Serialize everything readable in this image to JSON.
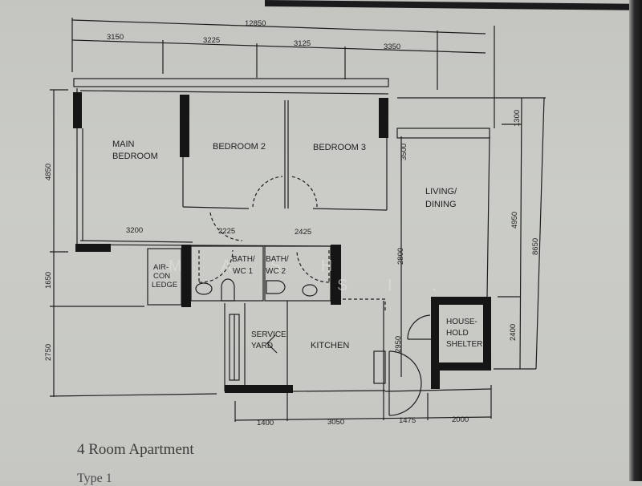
{
  "drawing": {
    "title": "4 Room Apartment",
    "subtitle": "Type 1",
    "watermark_line1": "M A S H",
    "watermark_line2": "S I ."
  },
  "rooms": {
    "main_bedroom": [
      "MAIN",
      "BEDROOM"
    ],
    "bedroom_2": "BEDROOM 2",
    "bedroom_3": "BEDROOM 3",
    "living_dining": [
      "LIVING/",
      "DINING"
    ],
    "aircon_ledge": [
      "AIR-",
      "CON",
      "LEDGE"
    ],
    "bath_wc_1": [
      "BATH/",
      "WC 1"
    ],
    "bath_wc_2": [
      "BATH/",
      "WC 2"
    ],
    "service_yard": [
      "SERVICE",
      "YARD"
    ],
    "kitchen": "KITCHEN",
    "household_shelter": [
      "HOUSE-",
      "HOLD",
      "SHELTER"
    ]
  },
  "dimensions": {
    "top_overall": "12850",
    "top_segments": [
      "3150",
      "3225",
      "3125",
      "3350"
    ],
    "internal_bedrooms": [
      "3200",
      "2225",
      "2425"
    ],
    "left": [
      "4850",
      "1650",
      "2750"
    ],
    "right_inner": [
      "1300",
      "4950",
      "2400"
    ],
    "right_overall": "8650",
    "living_left": [
      "3500",
      "2800"
    ],
    "kitchen_vertical": "2950",
    "bottom": [
      "1400",
      "3050",
      "1475",
      "2000"
    ]
  },
  "colors": {
    "background": "#c8c9c4",
    "line": "#1e1e1e",
    "wall_fill": "#151515",
    "bezel": "#1b1b1d"
  }
}
